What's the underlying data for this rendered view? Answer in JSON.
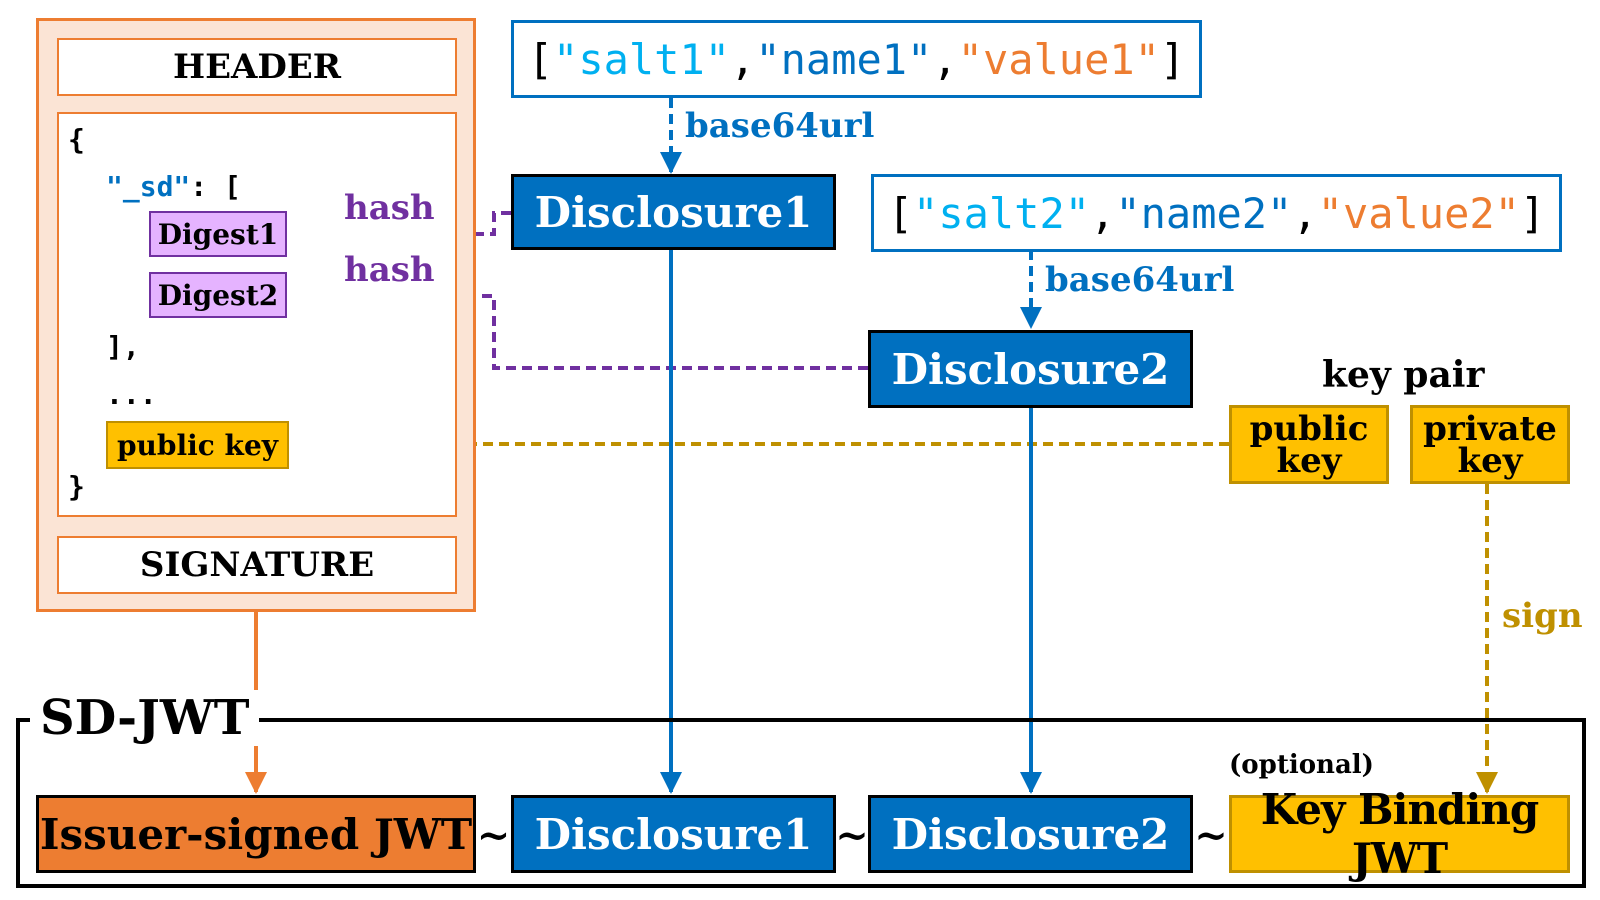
{
  "issuer_jwt_structure": {
    "header": "HEADER",
    "signature": "SIGNATURE",
    "payload": {
      "open_brace": "{",
      "sd_key": "\"_sd\"",
      "sd_after_key": ": [",
      "digests": [
        "Digest1",
        "Digest2"
      ],
      "close_bracket": "],",
      "ellipsis": "...",
      "public_key": "public key",
      "close_brace": "}"
    }
  },
  "disclosure_arrays": [
    {
      "open": "[",
      "salt": "\"salt1\"",
      "comma1": ",",
      "name": "\"name1\"",
      "comma2": ",",
      "value": "\"value1\"",
      "close": "]"
    },
    {
      "open": "[",
      "salt": "\"salt2\"",
      "comma1": ",",
      "name": "\"name2\"",
      "comma2": ",",
      "value": "\"value2\"",
      "close": "]"
    }
  ],
  "disclosures": [
    "Disclosure1",
    "Disclosure2"
  ],
  "edge_labels": {
    "base64url": "base64url",
    "hash": "hash",
    "sign": "sign"
  },
  "key_pair": {
    "title": "key pair",
    "public": [
      "public",
      "key"
    ],
    "private": [
      "private",
      "key"
    ]
  },
  "sd_jwt": {
    "title": "SD-JWT",
    "issuer_signed": "Issuer-signed JWT",
    "tilde": "~",
    "optional": "(optional)",
    "key_binding": "Key Binding JWT"
  },
  "colors": {
    "orange": "#ed7d31",
    "blue": "#0070c0",
    "light_blue": "#00b0f0",
    "purple": "#7030a0",
    "lavender": "#e5b3ff",
    "gold": "#ffc000",
    "dark_gold": "#bf9000"
  }
}
